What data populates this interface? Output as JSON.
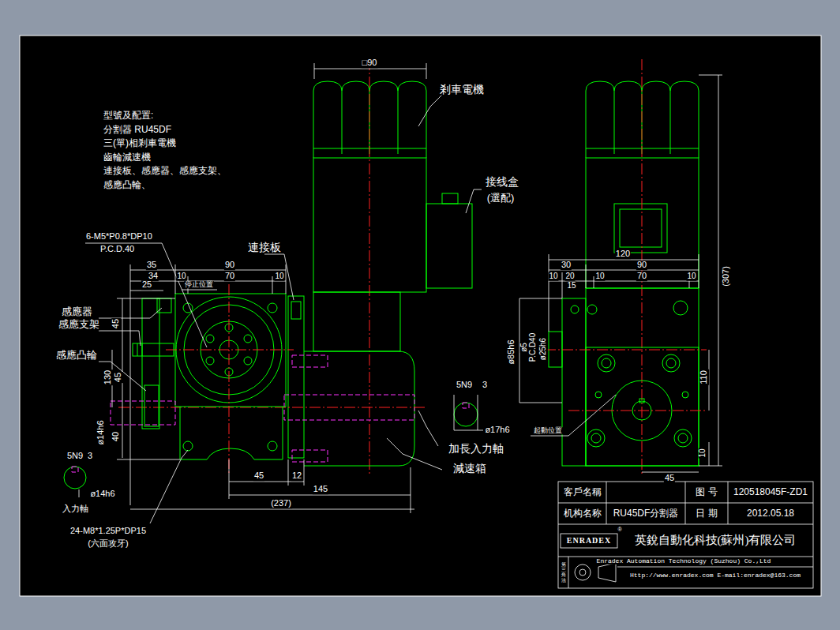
{
  "diagram": {
    "labels": [
      "□90",
      "剎車電機",
      "型號及配置:",
      "分割器 RU45DF",
      "三(單)相剎車電機",
      "齒輪減速機",
      "連接板、感應器、感應支架、",
      "感應凸輪、",
      "接线盒",
      "(選配)",
      "6-M5*P0.8*DP10",
      "P.C.D.40",
      "連接板",
      "35",
      "90",
      "34",
      "10",
      "70",
      "10",
      "25",
      "停止位置",
      "45",
      "感應器",
      "感應支架",
      "130",
      "感應凸輪",
      "45",
      "ø14h6",
      "40",
      "45",
      "12",
      "145",
      "(237)",
      "5N9",
      "3",
      "ø14h6",
      "入力軸",
      "24-M8*1.25P*DP15",
      "(六面攻牙)",
      "5N9",
      "3",
      "ø17h6",
      "加長入力軸",
      "減速箱",
      "(307)",
      "120",
      "30",
      "90",
      "10",
      "20",
      "15",
      "10",
      "70",
      "10",
      "ø85h6",
      "ø5",
      "P.C.D40",
      "ø25h6",
      "110",
      "起動位置",
      "10",
      "45",
      "客戶名稱",
      "图 号",
      "120518045F-ZD1",
      "机构名称",
      "RU45DF分割器",
      "日 期",
      "2012.05.18",
      "ENRADEX",
      "®",
      "英銳自動化科技(蘇州)有限公司",
      "Enradex Automation Technology (Suzhou) Co.,Ltd",
      "Http://www.enradex.com E-mail:enradex@163.com",
      "第三角法"
    ]
  }
}
